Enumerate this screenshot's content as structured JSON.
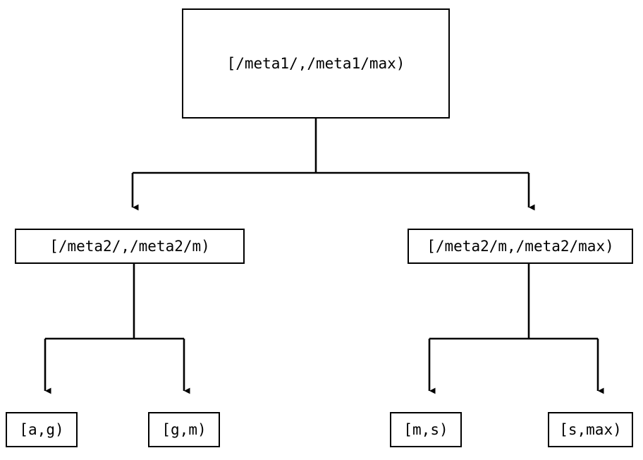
{
  "diagram": {
    "type": "tree",
    "title": "",
    "background_color": "#ffffff",
    "line_color": "#000000",
    "text_color": "#000000",
    "nodes": {
      "root": {
        "label": "[/meta1/,/meta1/max)",
        "level": 0
      },
      "meta2_low": {
        "label": "[/meta2/,/meta2/m)",
        "level": 1
      },
      "meta2_high": {
        "label": "[/meta2/m,/meta2/max)",
        "level": 1
      },
      "leaf_ag": {
        "label": "[a,g)",
        "level": 2
      },
      "leaf_gm": {
        "label": "[g,m)",
        "level": 2
      },
      "leaf_ms": {
        "label": "[m,s)",
        "level": 2
      },
      "leaf_smax": {
        "label": "[s,max)",
        "level": 2
      }
    },
    "edges": [
      {
        "from": "root",
        "to": "meta2_low",
        "arrow": "triangle-down"
      },
      {
        "from": "root",
        "to": "meta2_high",
        "arrow": "triangle-down"
      },
      {
        "from": "meta2_low",
        "to": "leaf_ag",
        "arrow": "triangle-down"
      },
      {
        "from": "meta2_low",
        "to": "leaf_gm",
        "arrow": "triangle-down"
      },
      {
        "from": "meta2_high",
        "to": "leaf_ms",
        "arrow": "triangle-down"
      },
      {
        "from": "meta2_high",
        "to": "leaf_smax",
        "arrow": "triangle-down"
      }
    ]
  }
}
